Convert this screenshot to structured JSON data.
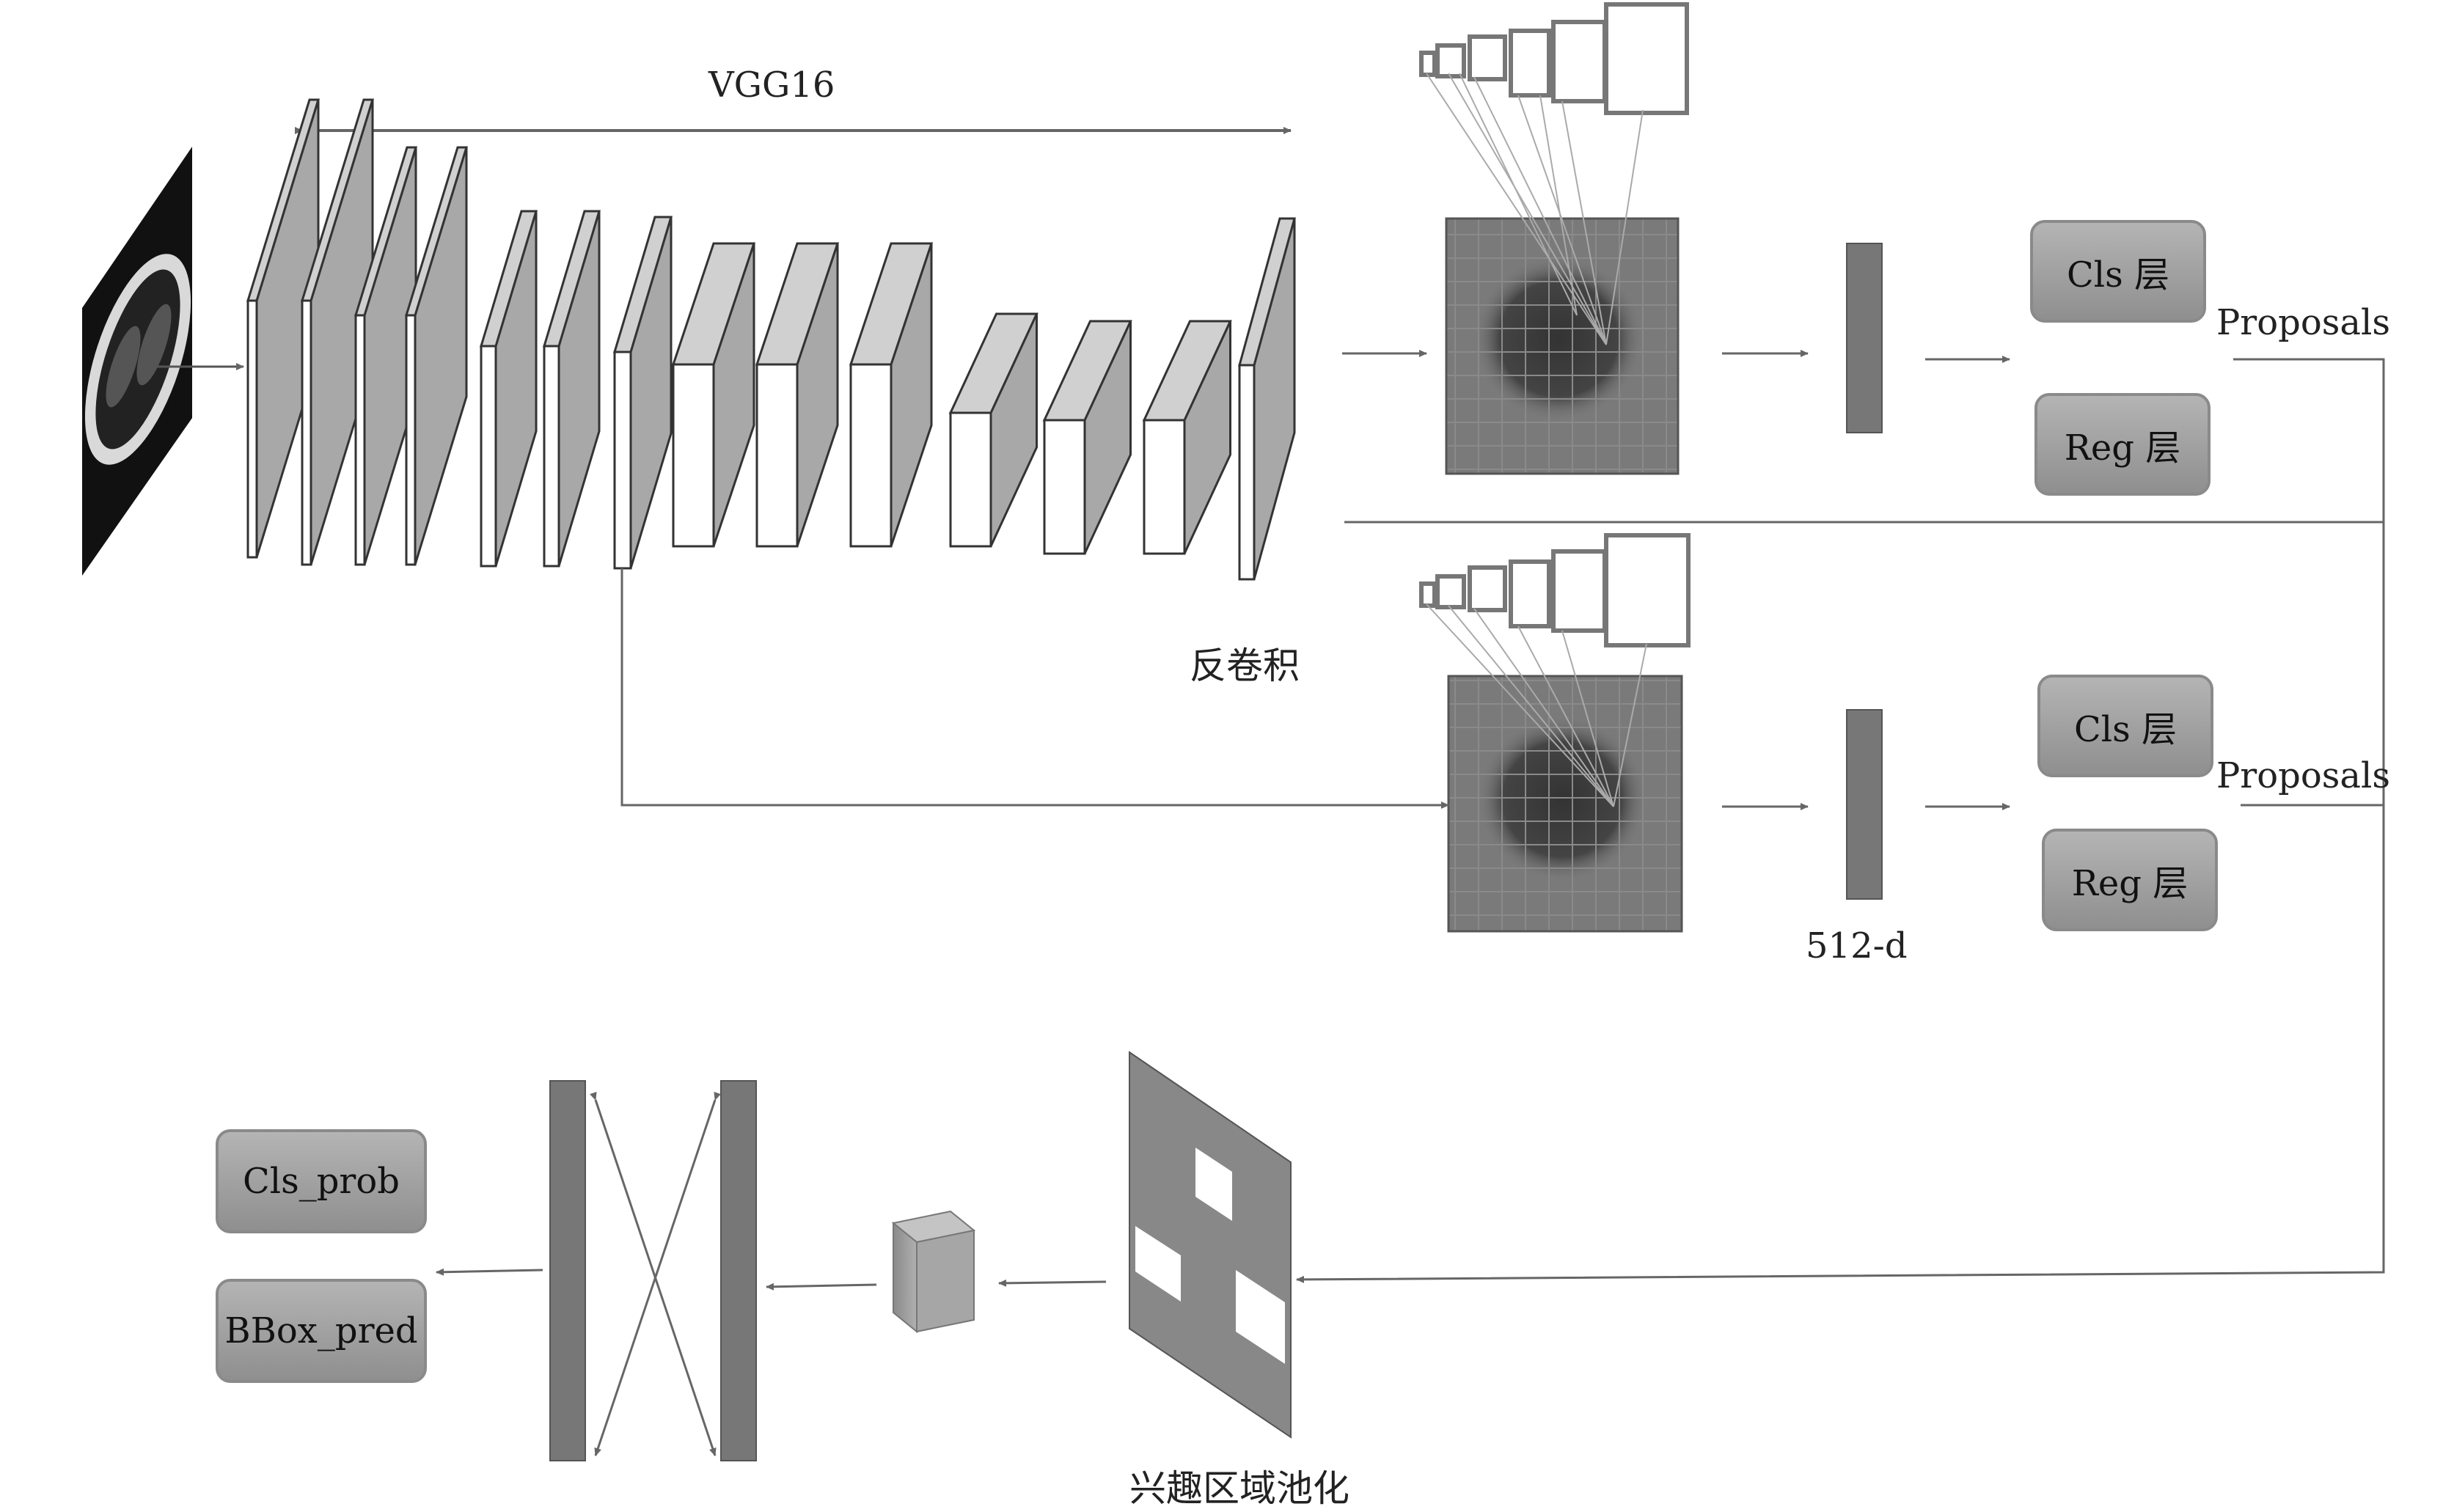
{
  "backbone": {
    "label": "VGG16"
  },
  "deconv": {
    "label": "反卷积"
  },
  "rpn_top": {
    "cls_label": "Cls 层",
    "reg_label": "Reg 层",
    "proposals_label": "Proposals"
  },
  "rpn_bottom": {
    "cls_label": "Cls 层",
    "reg_label": "Reg 层",
    "proposals_label": "Proposals",
    "feature_label": "512-d"
  },
  "roi_pooling": {
    "label": "兴趣区域池化"
  },
  "outputs": {
    "cls_prob_label": "Cls_prob",
    "bbox_pred_label": "BBox_pred"
  }
}
